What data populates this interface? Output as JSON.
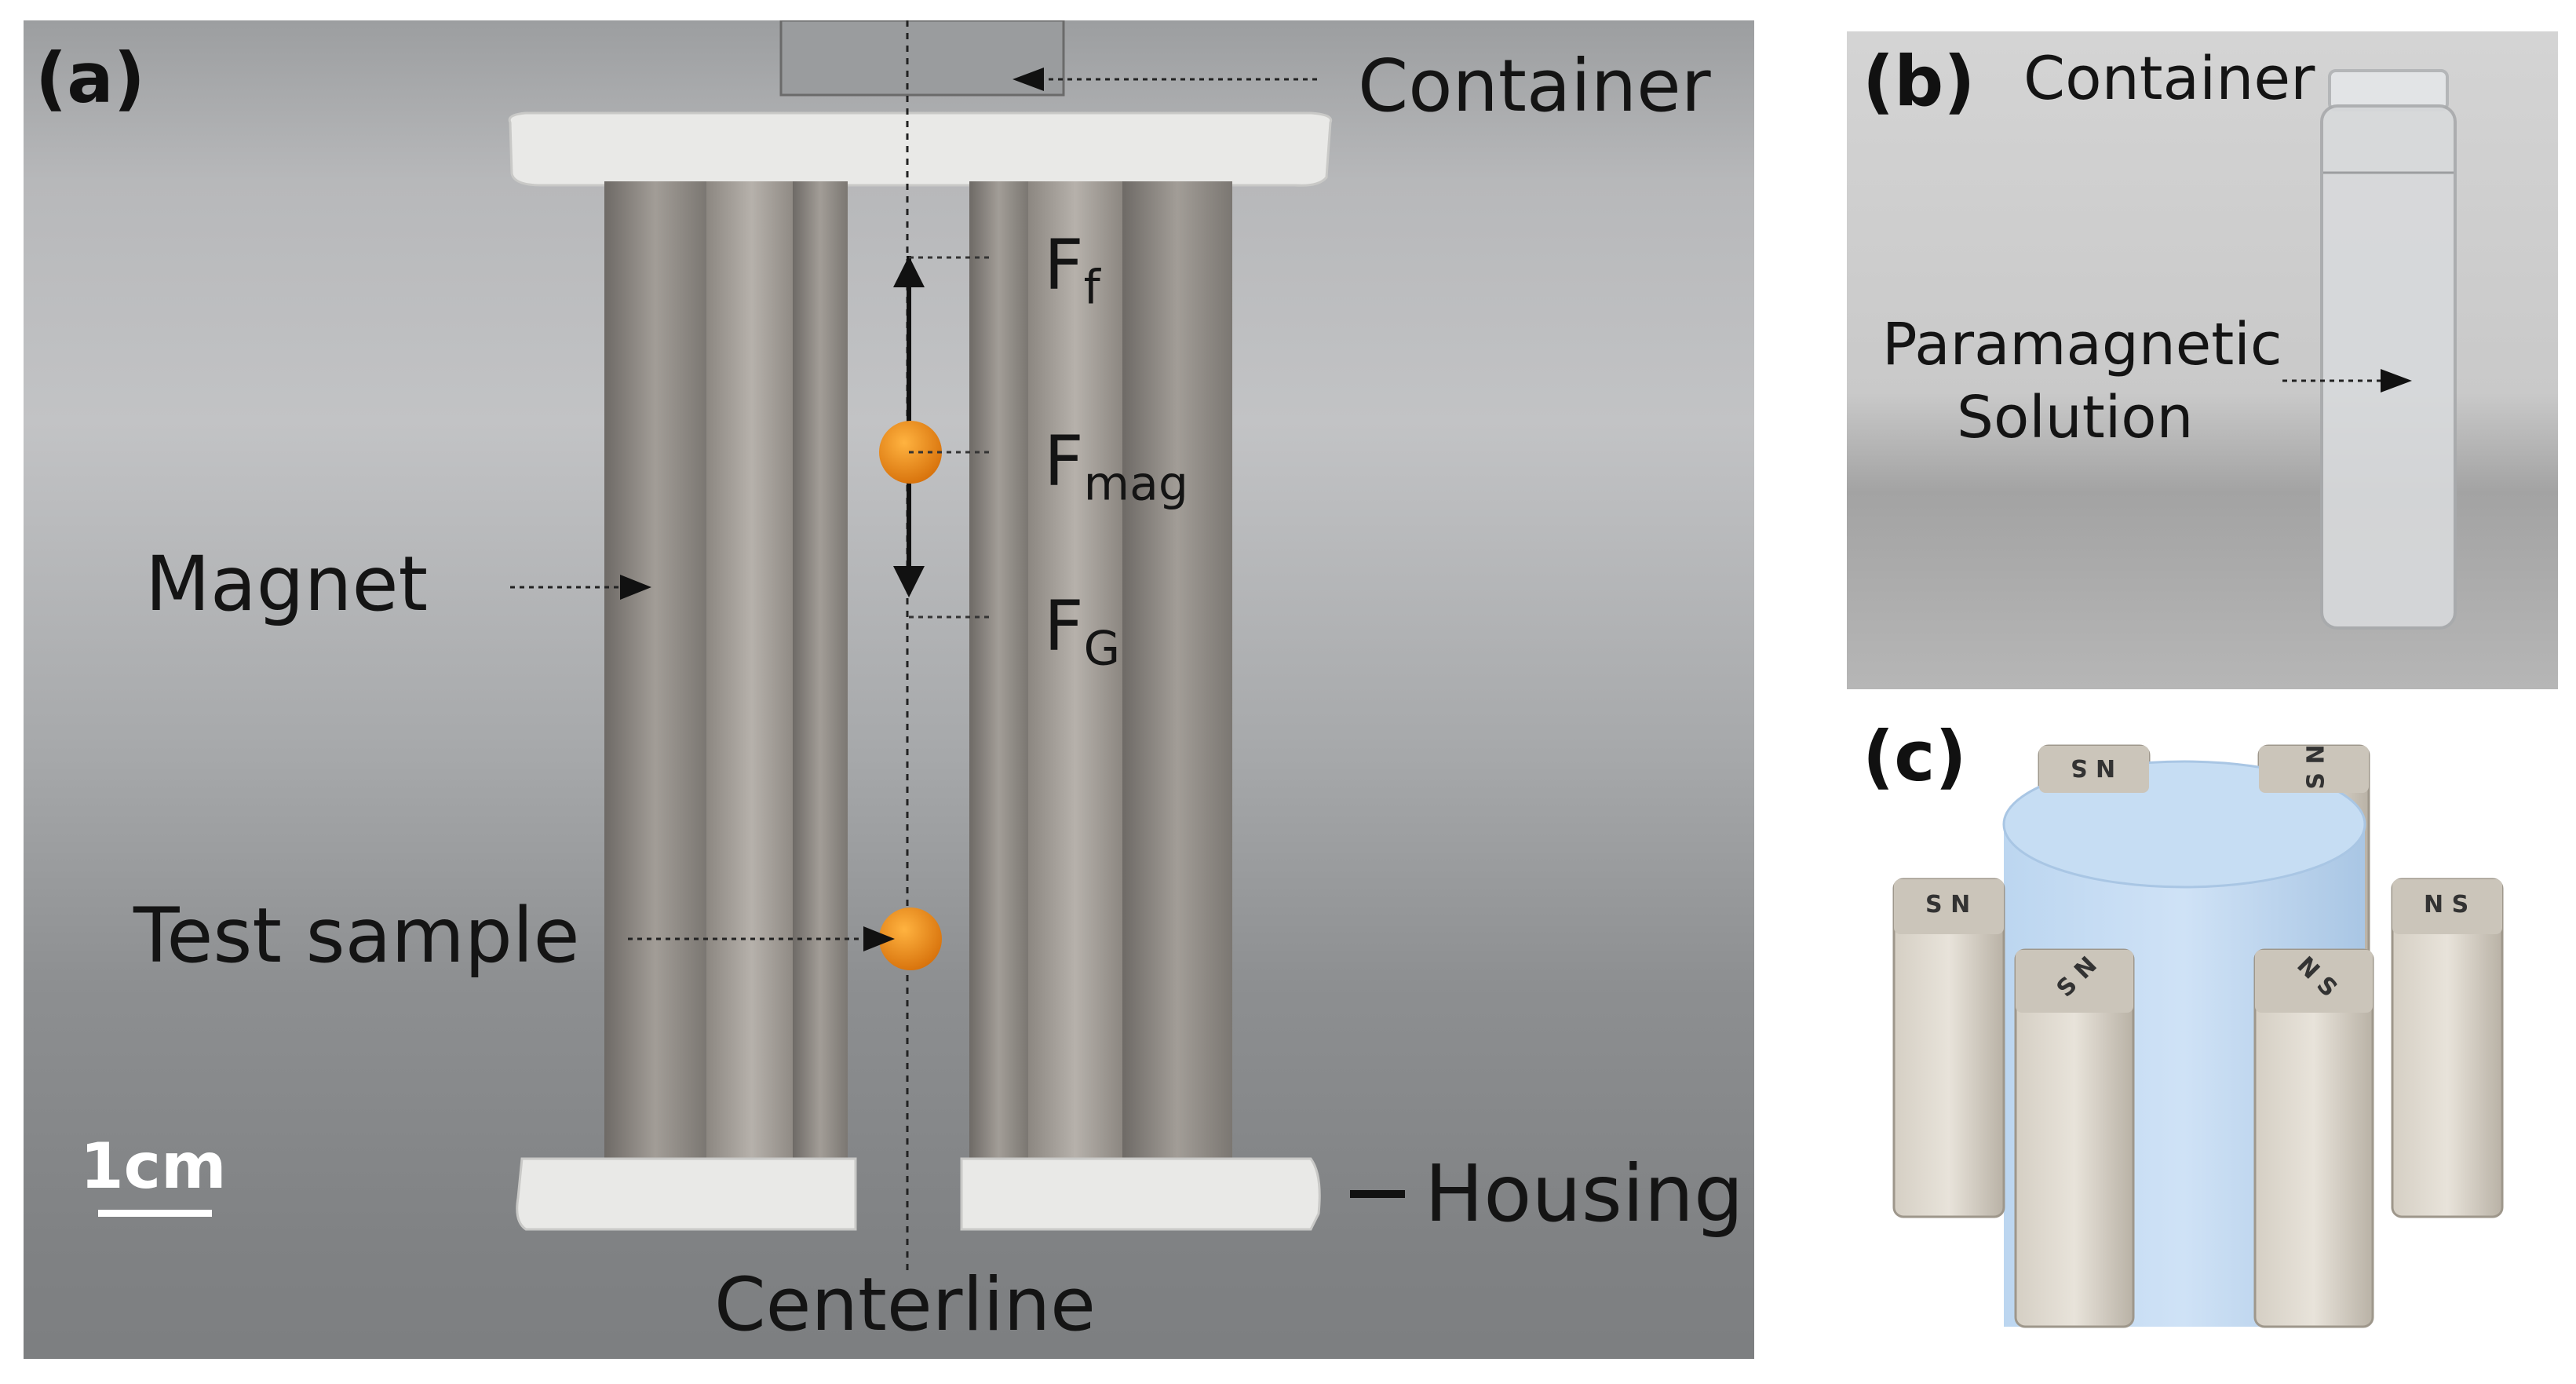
{
  "panel_a": {
    "tag": "(a)",
    "labels": {
      "container": "Container",
      "f_f": "F",
      "f_f_sub": "f",
      "f_mag": "F",
      "f_mag_sub": "mag",
      "f_g": "F",
      "f_g_sub": "G",
      "magnet": "Magnet",
      "test_sample": "Test sample",
      "scale_bar": "1cm",
      "housing": "Housing",
      "centerline": "Centerline"
    }
  },
  "panel_b": {
    "tag": "(b)",
    "labels": {
      "container": "Container",
      "solution_line1": "Paramagnetic",
      "solution_line2": "Solution"
    }
  },
  "panel_c": {
    "tag": "(c)",
    "magnet_markings": [
      "S",
      "N"
    ]
  },
  "colors": {
    "sample_orange": "#f08a10",
    "magnet_gray": "#8a8580",
    "housing_white": "#e9e9e7",
    "liquid_blue": "#bcd6f0"
  }
}
